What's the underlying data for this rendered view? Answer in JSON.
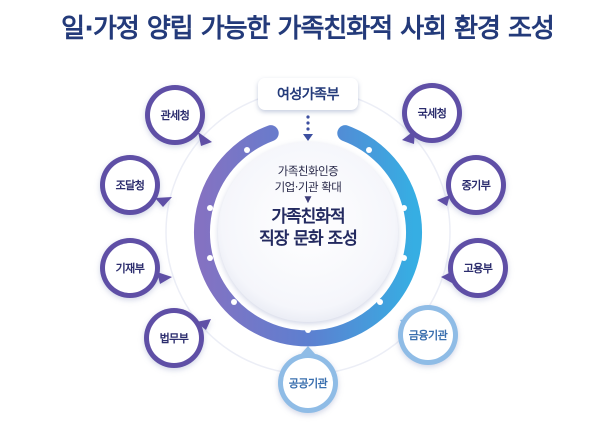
{
  "title": "일·가정 양립 가능한 가족친화적 사회 환경 조성",
  "center": {
    "top_label": "여성가족부",
    "line1": "가족친화인증",
    "line2": "기업·기관 확대",
    "arrow": "▼",
    "line3": "가족친화적",
    "line4": "직장 문화 조성"
  },
  "agencies": {
    "customs": "관세청",
    "procurement": "조달청",
    "mosf": "기재부",
    "moj": "법무부",
    "public": "공공기관",
    "finance": "금융기관",
    "moel": "고용부",
    "mss": "중기부",
    "nts": "국세청"
  },
  "colors": {
    "title": "#233a7a",
    "ring_start": "#7f6cc0",
    "ring_end": "#3fa3dc",
    "text_dark": "#2c2d6e"
  }
}
